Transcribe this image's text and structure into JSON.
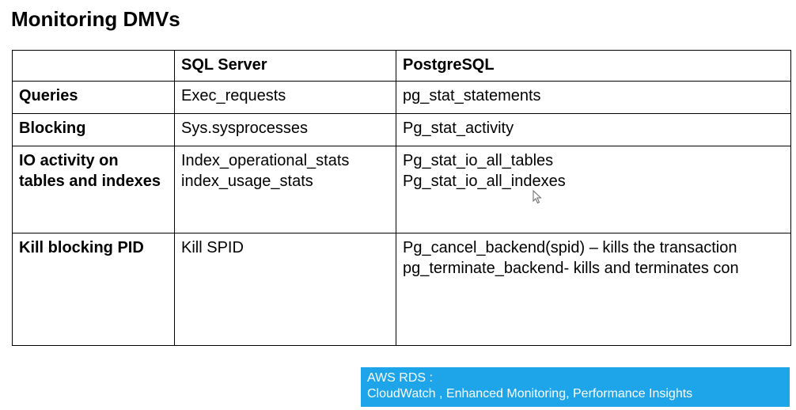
{
  "title": "Monitoring DMVs",
  "table": {
    "headers": [
      "",
      "SQL Server",
      "PostgreSQL"
    ],
    "rows": [
      {
        "label": "Queries",
        "sql_server": [
          "Exec_requests"
        ],
        "postgresql": [
          "pg_stat_statements"
        ]
      },
      {
        "label": "Blocking",
        "sql_server": [
          "Sys.sysprocesses"
        ],
        "postgresql": [
          "Pg_stat_activity"
        ]
      },
      {
        "label": "IO activity on tables and indexes",
        "sql_server": [
          "Index_operational_stats",
          "index_usage_stats"
        ],
        "postgresql": [
          "Pg_stat_io_all_tables",
          "Pg_stat_io_all_indexes"
        ]
      },
      {
        "label": "Kill blocking PID",
        "sql_server": [
          "Kill SPID"
        ],
        "postgresql": [
          "Pg_cancel_backend(spid) – kills the transaction",
          "pg_terminate_backend- kills and terminates con"
        ]
      }
    ]
  },
  "callout": {
    "line1": "AWS RDS :",
    "line2": "CloudWatch , Enhanced Monitoring, Performance Insights"
  },
  "colors": {
    "callout_bg": "#1ea4e8",
    "callout_text": "#ffffff"
  },
  "icons": {
    "cursor": "mouse-pointer-icon"
  }
}
